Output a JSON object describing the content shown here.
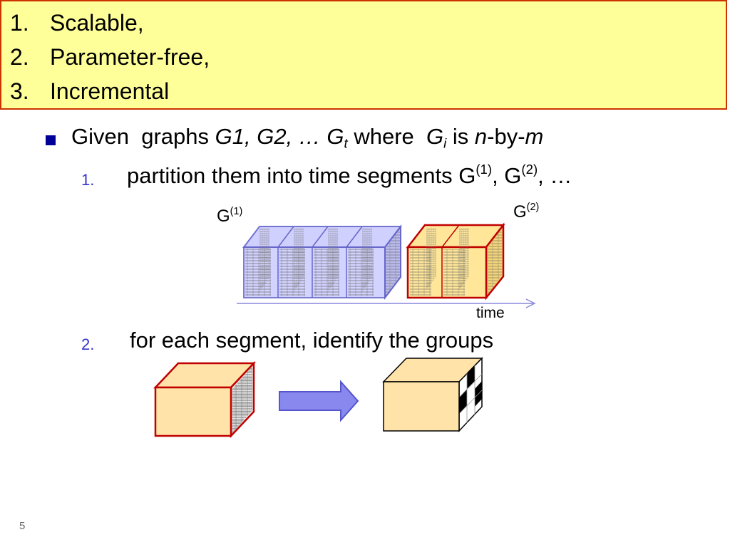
{
  "header_items": [
    {
      "num": "1.",
      "text": "Scalable,"
    },
    {
      "num": "2.",
      "text": "Parameter-free,"
    },
    {
      "num": "3.",
      "text": "Incremental"
    }
  ],
  "bullet": {
    "given": "Given",
    "graphs": "graphs",
    "seq": "G1, G2, … G",
    "seq_sub": "t",
    "where": "where",
    "gi": "G",
    "gi_sub": "i",
    "is": "is",
    "n": "n",
    "by": "-by-",
    "m": "m"
  },
  "step1": {
    "num": "1.",
    "text": "partition them into time segments G",
    "sup1": "(1)",
    "mid": ", G",
    "sup2": "(2)",
    "tail": ", …"
  },
  "figure": {
    "label1": "G",
    "label1_sup": "(1)",
    "label2": "G",
    "label2_sup": "(2)",
    "axis_label": "time"
  },
  "step2": {
    "num": "2.",
    "text": "for each segment, identify the groups"
  },
  "page_number": "5",
  "colors": {
    "header_bg": "#ffff99",
    "header_border": "#cc3300",
    "bullet": "#000099",
    "sub_number": "#3333cc",
    "segment1_fill": "#ccccff",
    "segment1_edge": "#6666cc",
    "segment2_fill": "#ffe699",
    "segment2_edge": "#c00000",
    "cube_fill": "#ffe3a8",
    "arrow_fill": "#8888ee"
  }
}
